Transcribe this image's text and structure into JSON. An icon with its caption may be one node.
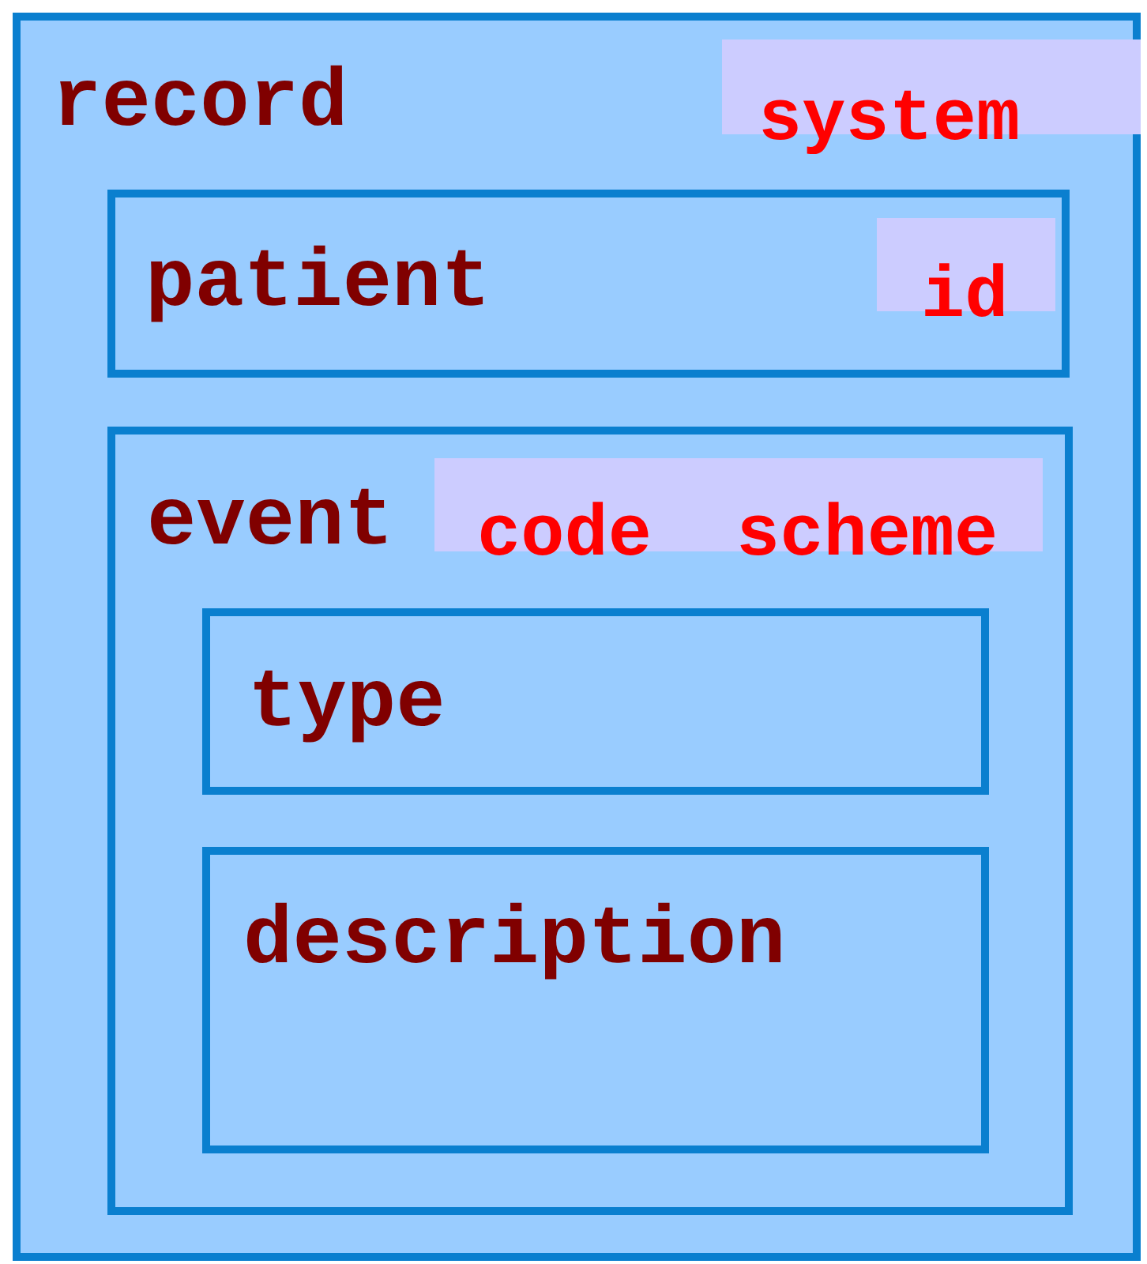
{
  "diagram": {
    "nodes": [
      {
        "text": [
          "record"
        ]
      },
      {
        "text": [
          "system"
        ],
        "in": 0
      },
      {
        "text": [
          "patient"
        ],
        "in": 0
      },
      {
        "text": [
          "id"
        ],
        "in": 2
      },
      {
        "text": [
          "event"
        ],
        "in": 0
      },
      {
        "text": [
          "code",
          "scheme"
        ],
        "in": 4
      },
      {
        "text": [
          "type"
        ],
        "in": 4
      },
      {
        "text": [
          "description"
        ],
        "in": 4
      }
    ]
  }
}
